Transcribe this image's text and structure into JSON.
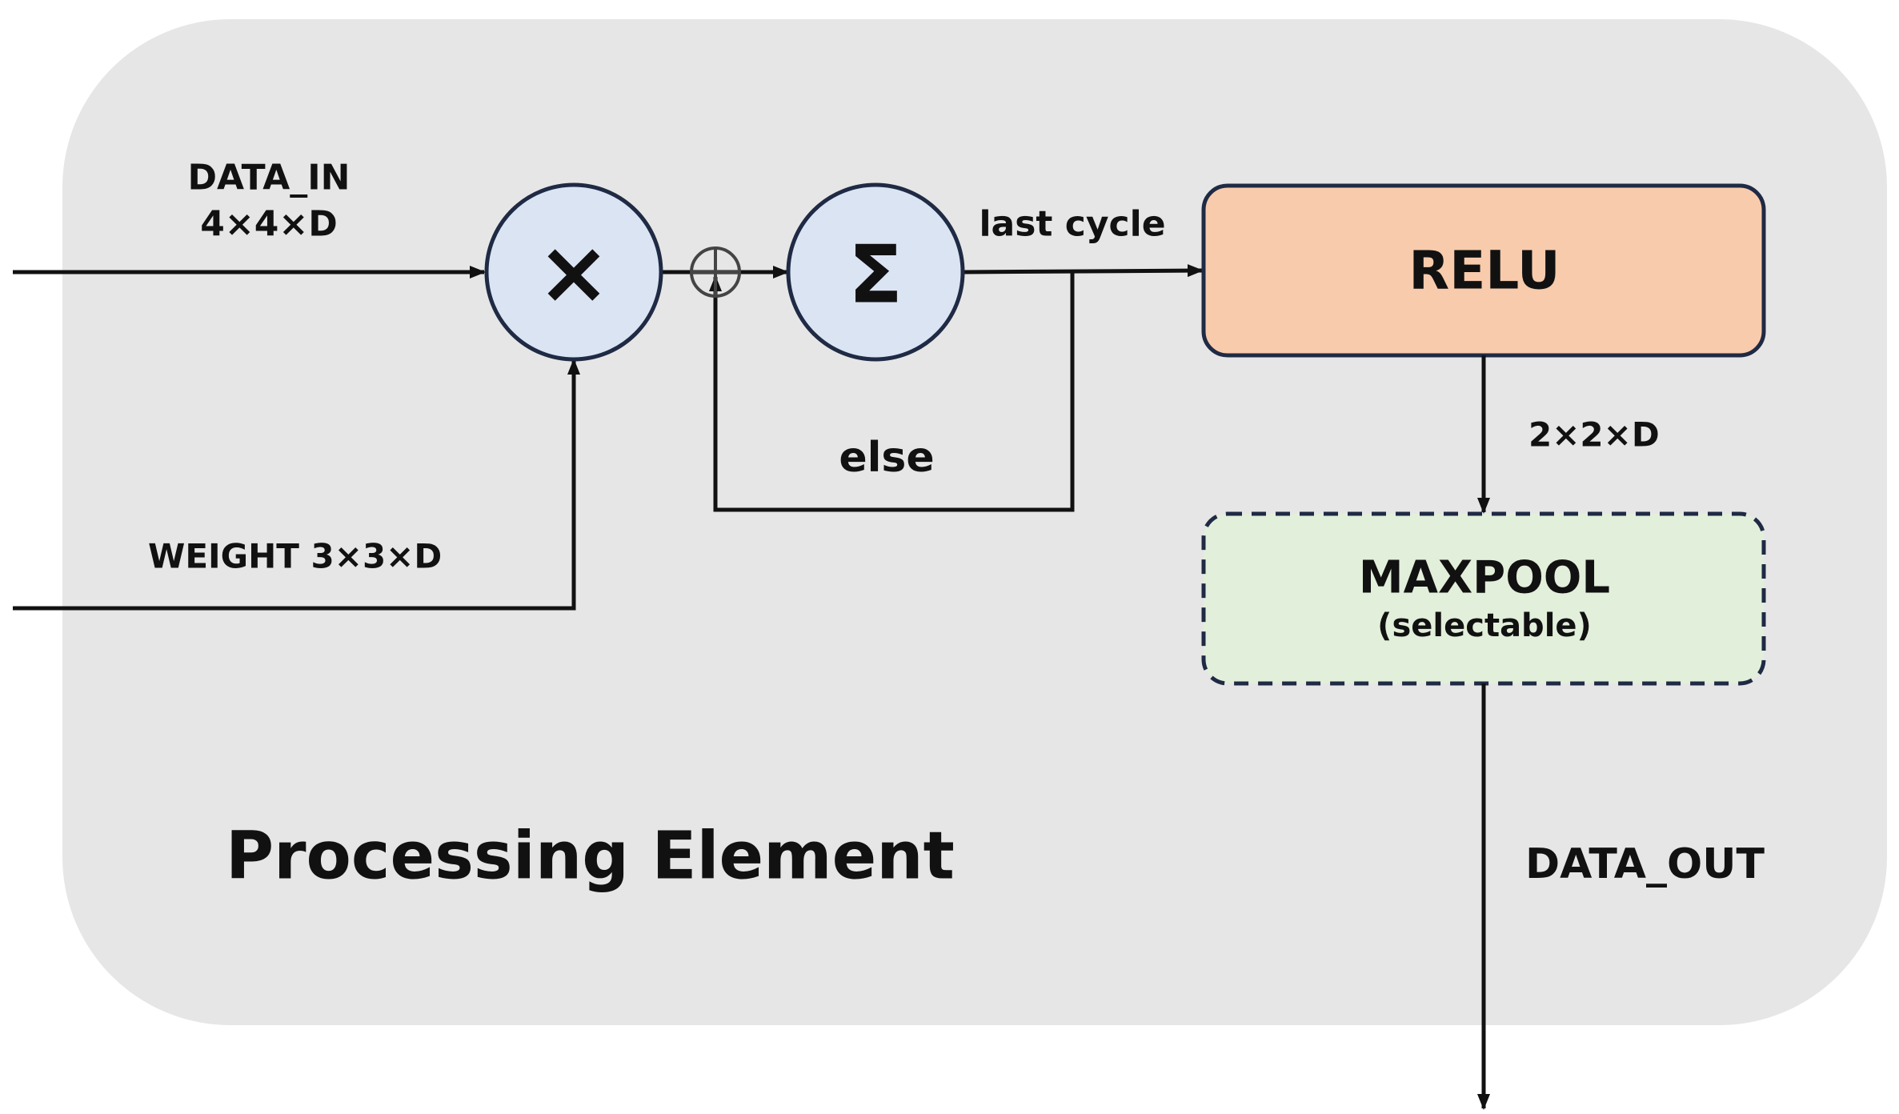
{
  "diagram": {
    "title": "Processing Element",
    "inputs": {
      "data_in_label": "DATA_IN",
      "data_in_dims": "4×4×D",
      "weight_label": "WEIGHT 3×3×D"
    },
    "multiply_symbol": "×",
    "sum_symbol": "Σ",
    "feedback_label": "else",
    "forward_label": "last cycle",
    "relu_label": "RELU",
    "relu_output_dims": "2×2×D",
    "maxpool_label": "MAXPOOL",
    "maxpool_note": "(selectable)",
    "output_label": "DATA_OUT"
  },
  "colors": {
    "background_panel": "#e6e6e6",
    "operator_fill": "#dbe4f3",
    "operator_stroke": "#1f2a44",
    "relu_fill": "#f7cbac",
    "maxpool_fill": "#e2efda",
    "box_stroke": "#1f2a44",
    "line": "#111111"
  }
}
